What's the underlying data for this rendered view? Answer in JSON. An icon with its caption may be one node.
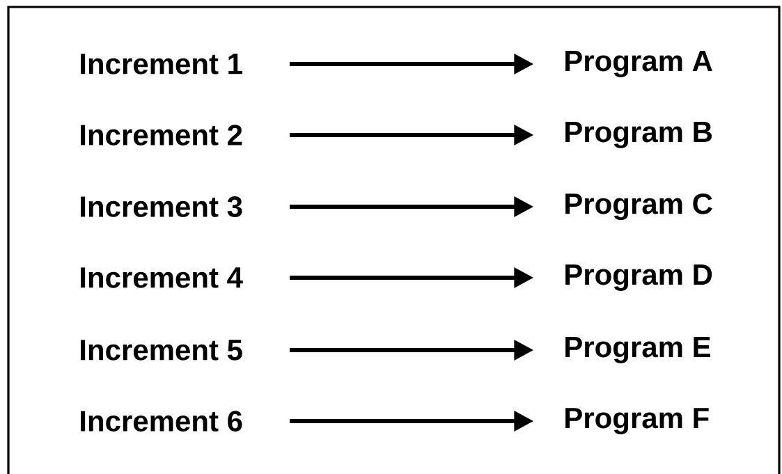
{
  "diagram": {
    "nodes": [
      {
        "text": [
          "Increment 1"
        ]
      },
      {
        "text": [
          "Program A"
        ]
      },
      {
        "text": [
          "Increment 2"
        ]
      },
      {
        "text": [
          "Program B"
        ]
      },
      {
        "text": [
          "Increment 3"
        ]
      },
      {
        "text": [
          "Program C"
        ]
      },
      {
        "text": [
          "Increment 4"
        ]
      },
      {
        "text": [
          "Program D"
        ]
      },
      {
        "text": [
          "Increment 5"
        ]
      },
      {
        "text": [
          "Program E"
        ]
      },
      {
        "text": [
          "Increment 6"
        ]
      },
      {
        "text": [
          "Program F"
        ]
      }
    ],
    "edges": [
      {
        "from": 0,
        "to": 1,
        "arrow": "to"
      },
      {
        "from": 2,
        "to": 3,
        "arrow": "to"
      },
      {
        "from": 4,
        "to": 5,
        "arrow": "to"
      },
      {
        "from": 6,
        "to": 7,
        "arrow": "to"
      },
      {
        "from": 8,
        "to": 9,
        "arrow": "to"
      },
      {
        "from": 10,
        "to": 11,
        "arrow": "to"
      }
    ]
  }
}
